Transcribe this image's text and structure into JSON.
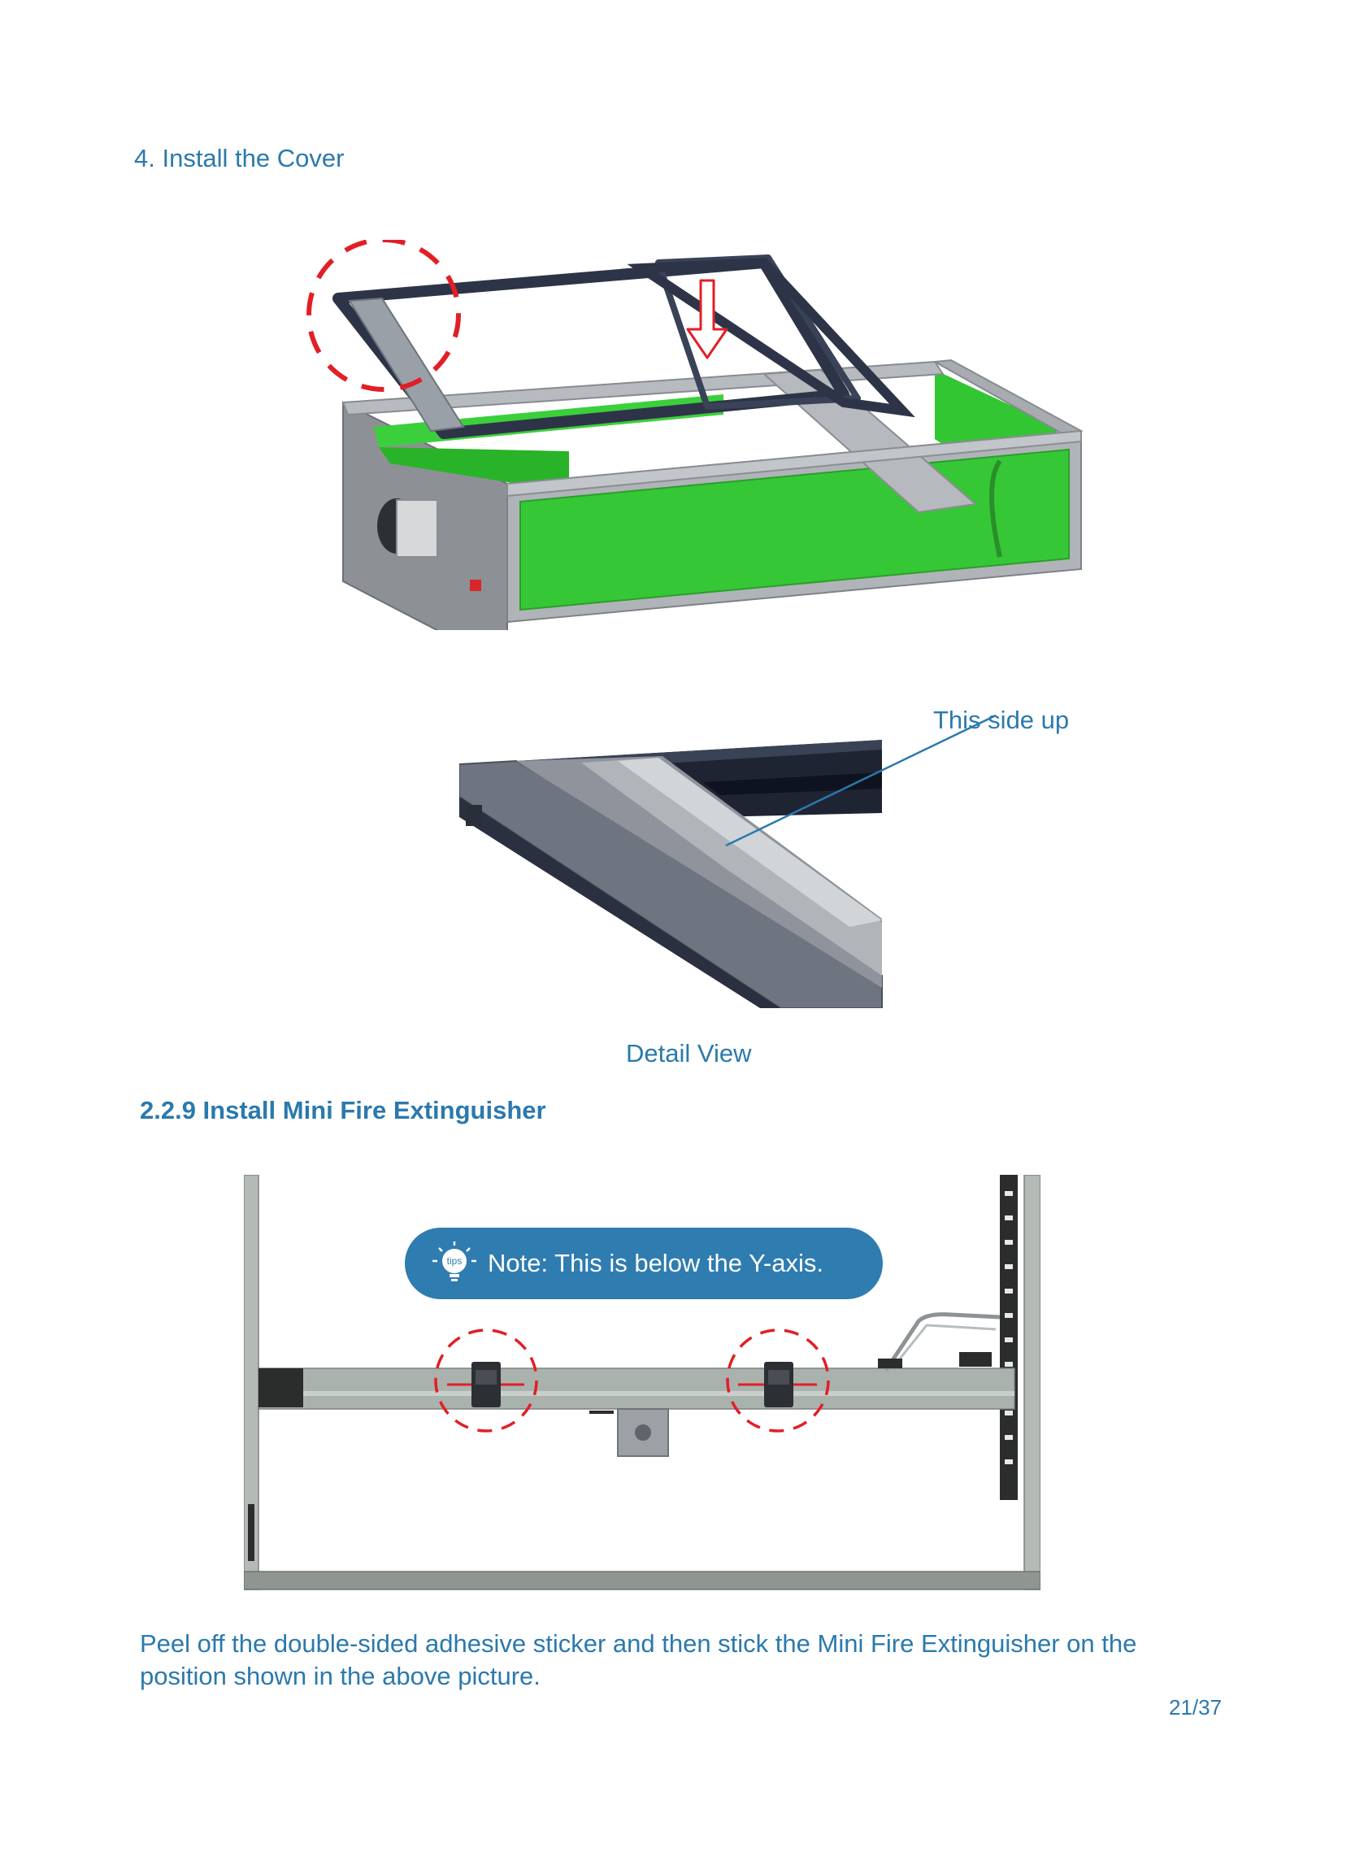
{
  "step": {
    "title": "4. Install the Cover"
  },
  "detail": {
    "callout": "This side up",
    "caption": "Detail View"
  },
  "section": {
    "title": "2.2.9  Install Mini Fire Extinguisher"
  },
  "tips": {
    "icon_label": "tips",
    "text": "Note: This is below the Y-axis."
  },
  "body": {
    "text": "Peel off the double-sided adhesive sticker and then stick the Mini Fire Extinguisher on the position shown in the above picture."
  },
  "footer": {
    "page": "21/37"
  },
  "colors": {
    "accent": "#2b79ad",
    "highlight": "#e21f26",
    "panel_green": "#35c935",
    "frame_gray": "#a9adb1"
  },
  "icons": [
    "down-arrow-icon",
    "dashed-circle-icon",
    "lightbulb-icon"
  ]
}
